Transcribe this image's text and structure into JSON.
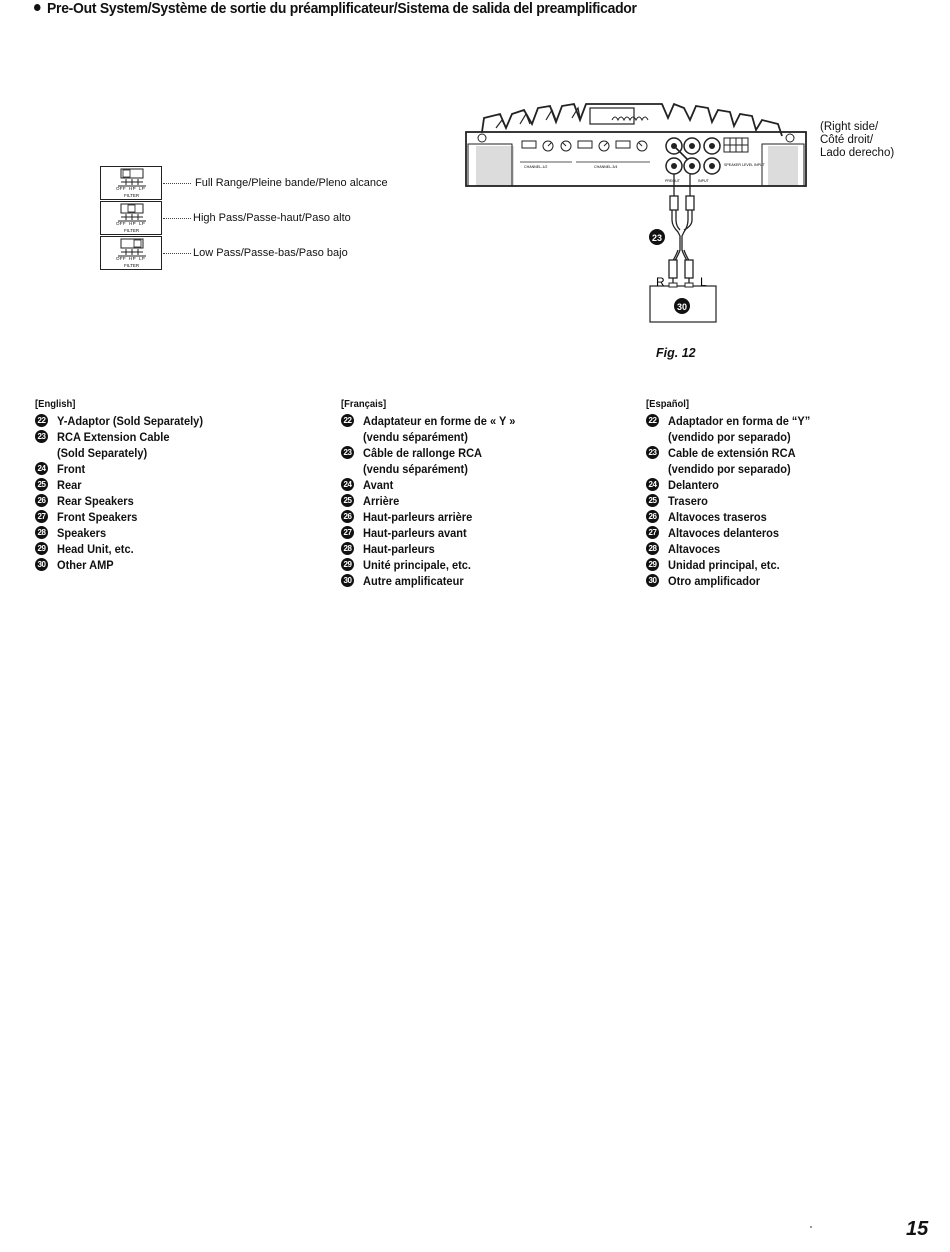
{
  "title": "Pre-Out System/Système de sortie du préamplificateur/Sistema de salida del preamplificador",
  "filter": {
    "box_label": "FILTER",
    "positions": [
      "OFF",
      "HP",
      "LP"
    ],
    "settings": [
      {
        "label": "Full Range/Pleine bande/Pleno alcance"
      },
      {
        "label": "High Pass/Passe-haut/Paso alto"
      },
      {
        "label": "Low Pass/Passe-bas/Paso bajo"
      }
    ]
  },
  "side_note": "(Right side/\nCôté droit/\nLado derecho)",
  "diagram": {
    "callout_cable": "23",
    "callout_amp": "30",
    "channel_r": "R",
    "channel_l": "L",
    "panel_labels": [
      "CHANNEL-1/2",
      "CHANNEL-3/4",
      "PREOUT",
      "INPUT",
      "SPEAKER LEVEL INPUT"
    ]
  },
  "figure_label": "Fig. 12",
  "columns": [
    {
      "heading": "[English]",
      "items": [
        {
          "num": "22",
          "text": "Y-Adaptor (Sold Separately)"
        },
        {
          "num": "23",
          "text": "RCA Extension Cable\n(Sold Separately)"
        },
        {
          "num": "24",
          "text": "Front"
        },
        {
          "num": "25",
          "text": "Rear"
        },
        {
          "num": "26",
          "text": "Rear Speakers"
        },
        {
          "num": "27",
          "text": "Front Speakers"
        },
        {
          "num": "28",
          "text": "Speakers"
        },
        {
          "num": "29",
          "text": "Head Unit, etc."
        },
        {
          "num": "30",
          "text": "Other AMP"
        }
      ]
    },
    {
      "heading": "[Français]",
      "items": [
        {
          "num": "22",
          "text": "Adaptateur en forme de « Y »\n(vendu séparément)"
        },
        {
          "num": "23",
          "text": "Câble de rallonge RCA\n(vendu séparément)"
        },
        {
          "num": "24",
          "text": "Avant"
        },
        {
          "num": "25",
          "text": "Arrière"
        },
        {
          "num": "26",
          "text": "Haut-parleurs arrière"
        },
        {
          "num": "27",
          "text": "Haut-parleurs avant"
        },
        {
          "num": "28",
          "text": "Haut-parleurs"
        },
        {
          "num": "29",
          "text": "Unité principale, etc."
        },
        {
          "num": "30",
          "text": "Autre amplificateur"
        }
      ]
    },
    {
      "heading": "[Español]",
      "items": [
        {
          "num": "22",
          "text": "Adaptador en forma de “Y”\n(vendido por separado)"
        },
        {
          "num": "23",
          "text": "Cable de extensión RCA\n(vendido por separado)"
        },
        {
          "num": "24",
          "text": "Delantero"
        },
        {
          "num": "25",
          "text": "Trasero"
        },
        {
          "num": "26",
          "text": "Altavoces traseros"
        },
        {
          "num": "27",
          "text": "Altavoces delanteros"
        },
        {
          "num": "28",
          "text": "Altavoces"
        },
        {
          "num": "29",
          "text": "Unidad principal, etc."
        },
        {
          "num": "30",
          "text": "Otro amplificador"
        }
      ]
    }
  ],
  "page_number": "15"
}
